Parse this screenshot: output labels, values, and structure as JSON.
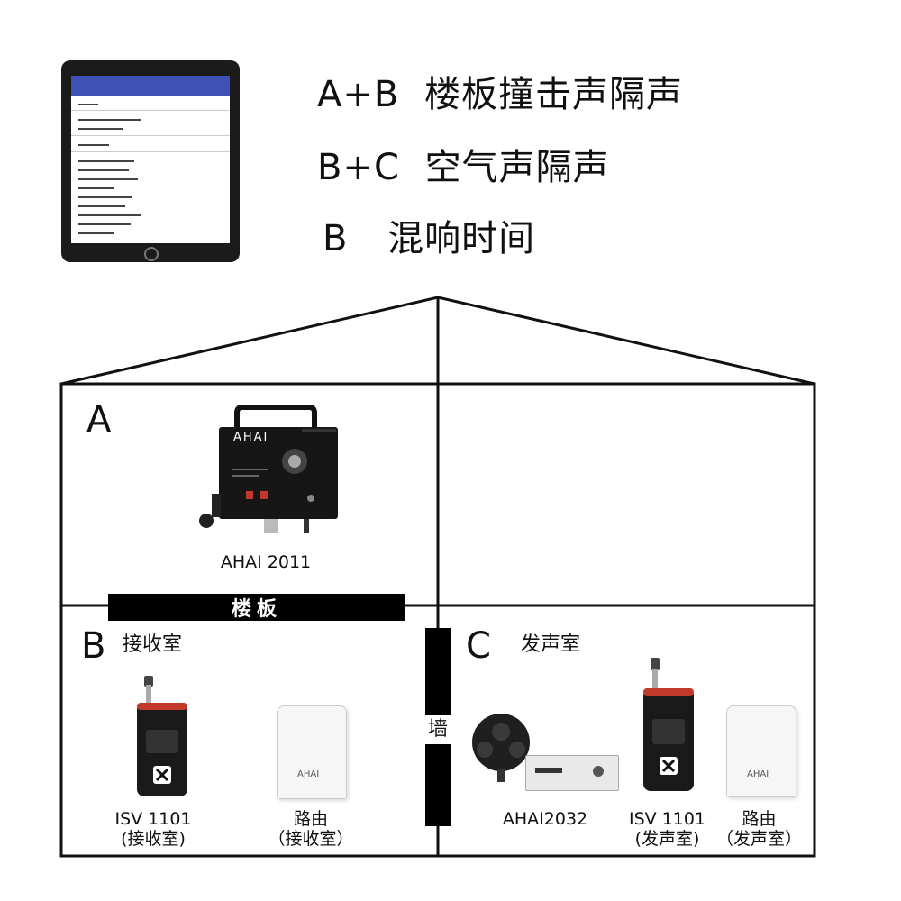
{
  "legend": [
    {
      "key": "A+B",
      "text": "楼板撞击声隔声"
    },
    {
      "key": "B+C",
      "text": "空气声隔声"
    },
    {
      "key": "B",
      "text": "混响时间"
    }
  ],
  "rooms": {
    "a": {
      "letter": "A",
      "device_label": "AHAI 2011",
      "device_logo": "AHAI"
    },
    "b": {
      "letter": "B",
      "name": "接收室",
      "devices": [
        {
          "label": "ISV 1101\n(接收室)"
        },
        {
          "label": "路由\n（接收室）",
          "logo": "AHAI"
        }
      ]
    },
    "c": {
      "letter": "C",
      "name": "发声室",
      "devices": [
        {
          "label": "AHAI2032"
        },
        {
          "label": "ISV 1101\n(发声室)"
        },
        {
          "label": "路由\n（发声室）",
          "logo": "AHAI"
        }
      ]
    }
  },
  "floor_label": "楼板",
  "wall_label": "墙",
  "icons": {
    "tablet": "tablet-icon",
    "tapping-machine": "tapping-machine-icon",
    "sound-level-meter": "sound-level-meter-icon",
    "router": "router-icon",
    "dodecahedron-speaker": "dodecahedron-speaker-icon",
    "amplifier": "amplifier-icon"
  }
}
